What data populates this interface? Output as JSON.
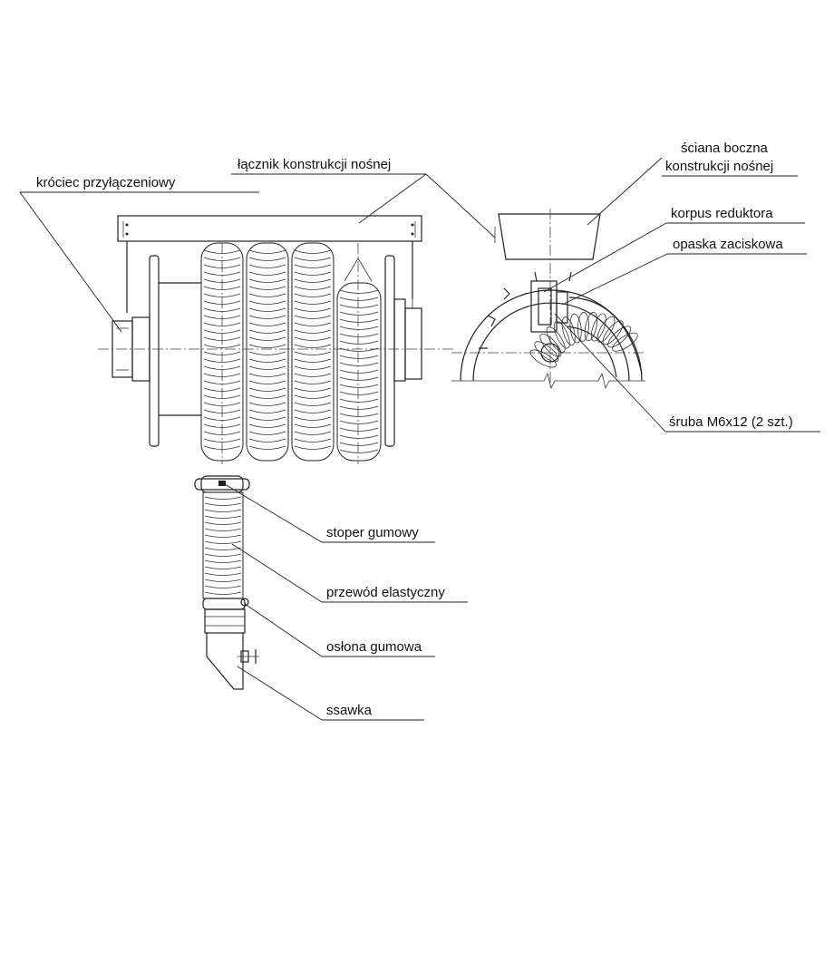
{
  "labels": {
    "krociec": "króciec przyłączeniowy",
    "lacznik": "łącznik konstrukcji nośnej",
    "sciana_line1": "ściana boczna",
    "sciana_line2": "konstrukcji nośnej",
    "korpus": "korpus reduktora",
    "opaska": "opaska zaciskowa",
    "sruba": "śruba M6x12 (2 szt.)",
    "stoper": "stoper gumowy",
    "przewod": "przewód elastyczny",
    "oslona": "osłona gumowa",
    "ssawka": "ssawka"
  },
  "colors": {
    "line": "#222222",
    "background": "#ffffff"
  }
}
